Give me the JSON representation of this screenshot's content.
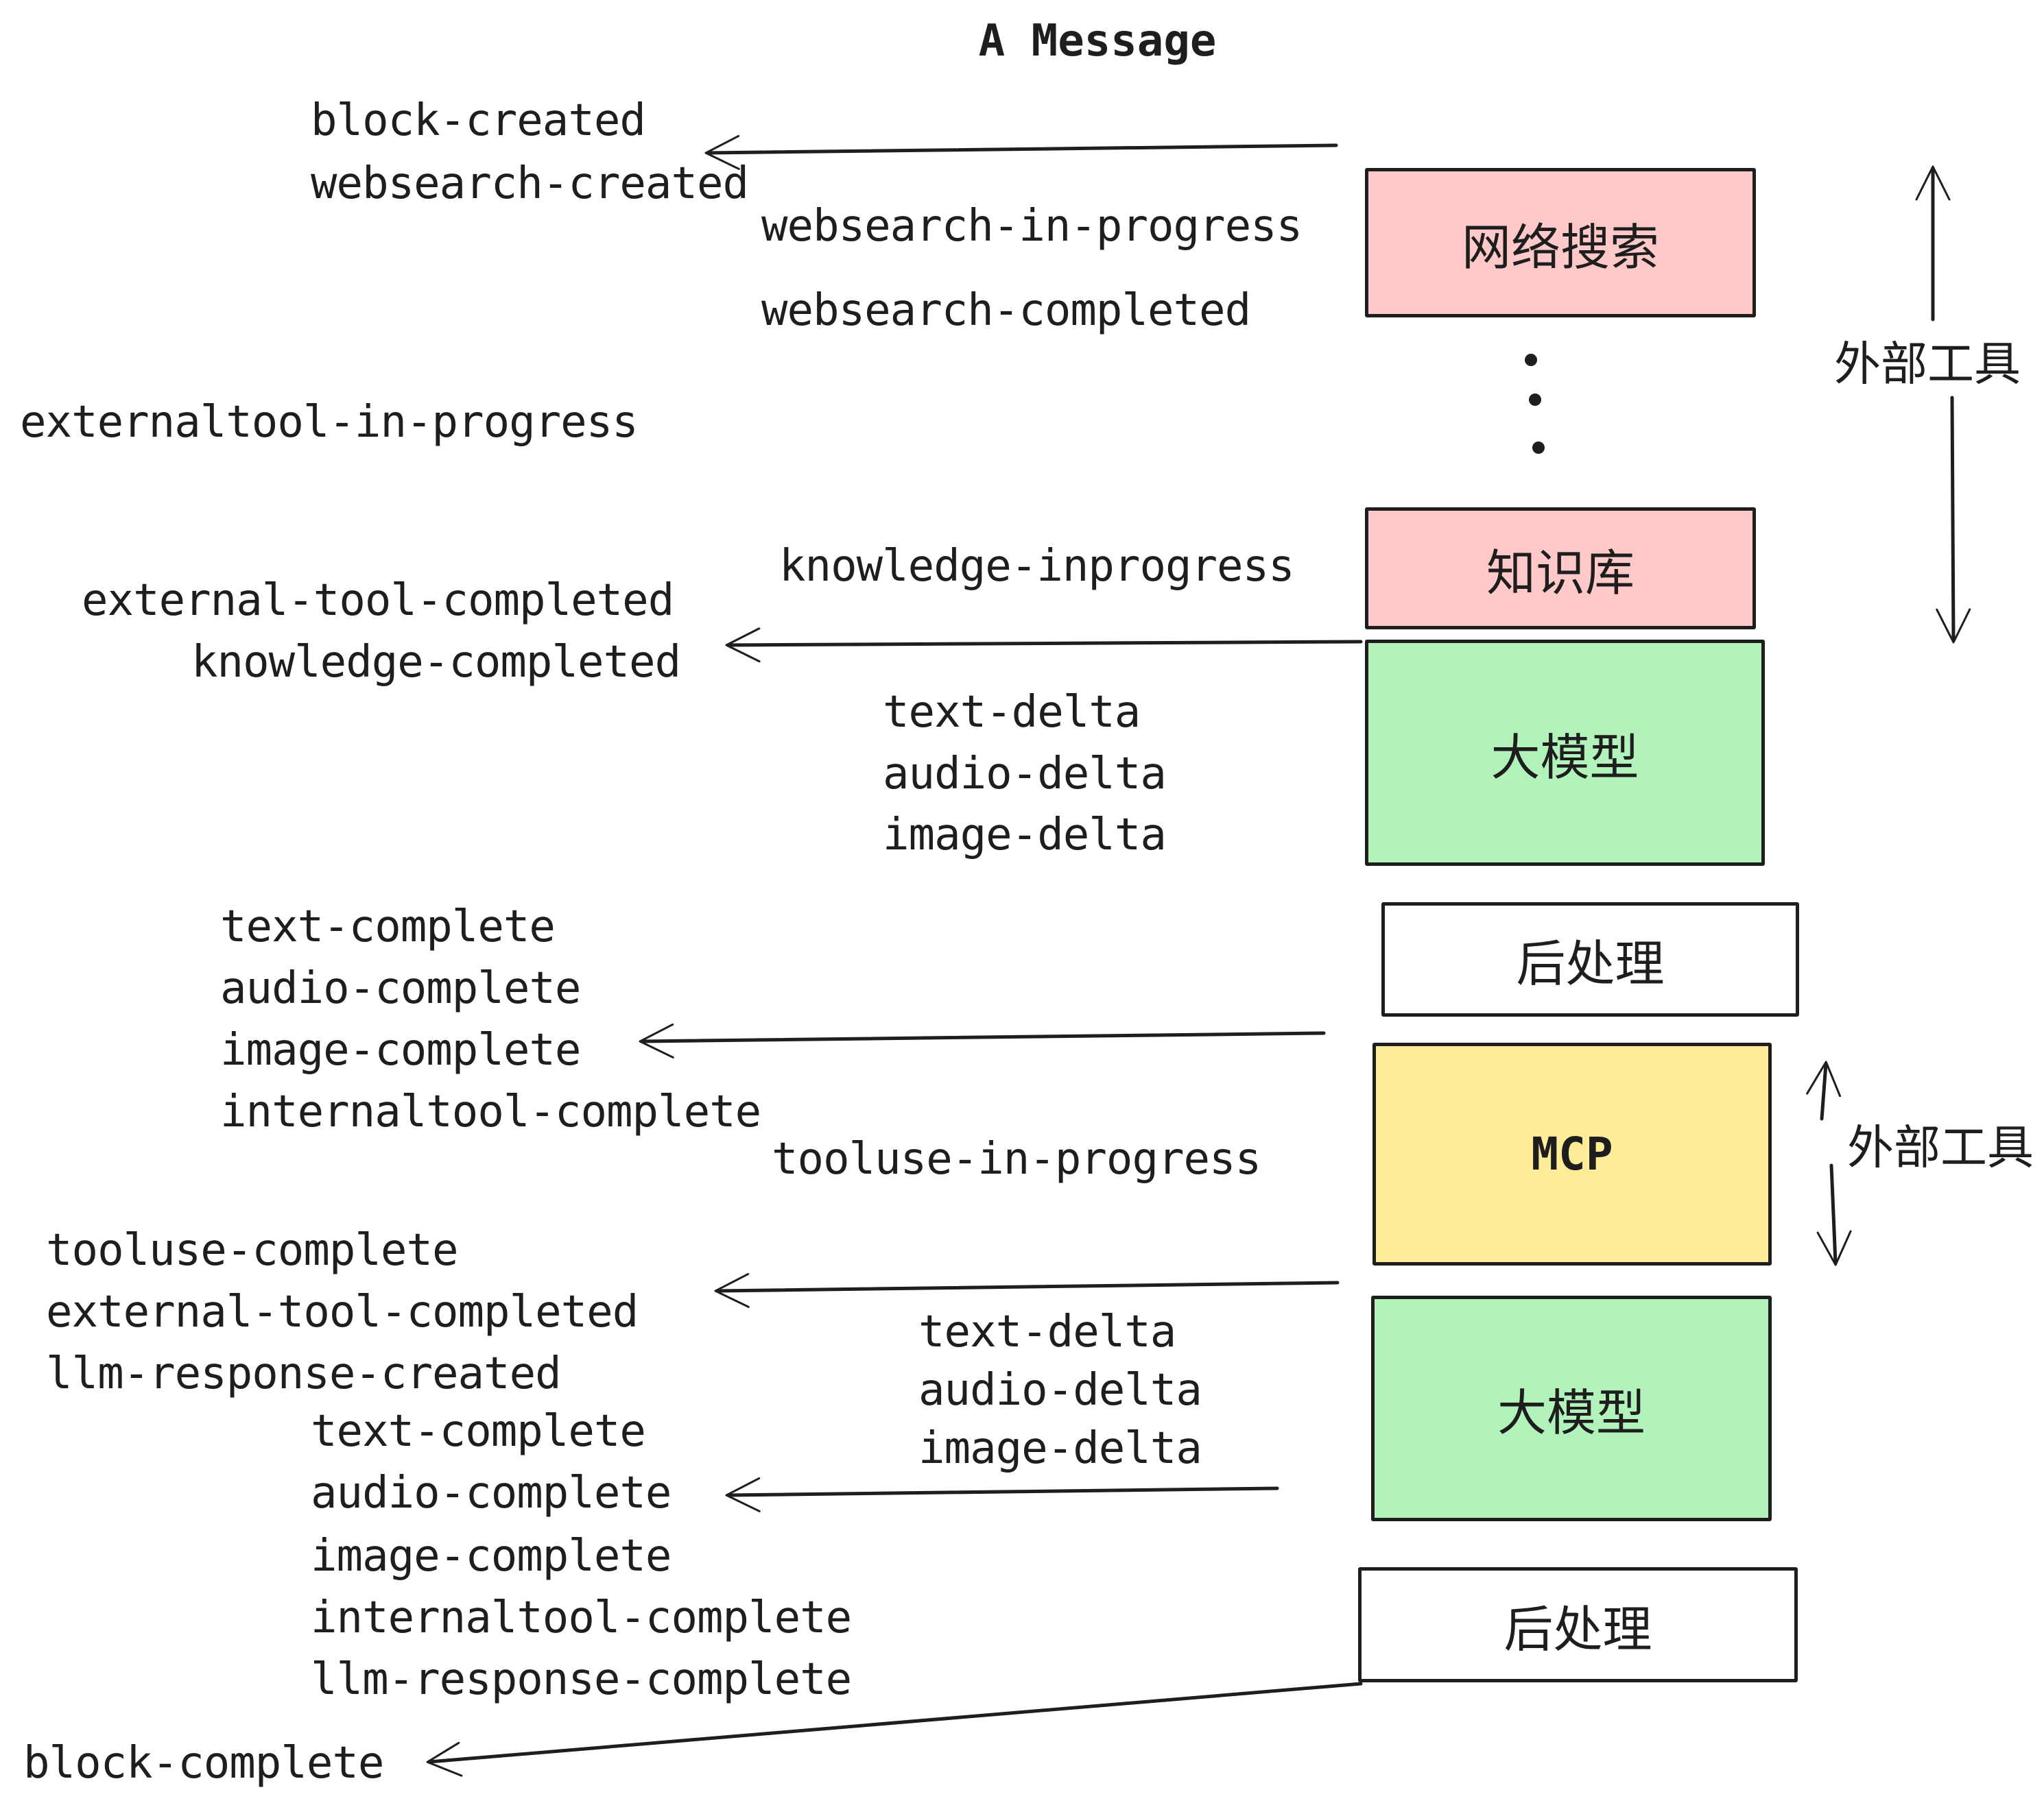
{
  "title": "A Message",
  "events": {
    "block_created": "block-created",
    "websearch_created": "websearch-created",
    "websearch_in_progress": "websearch-in-progress",
    "websearch_completed": "websearch-completed",
    "externaltool_in_progress": "externaltool-in-progress",
    "knowledge_inprogress": "knowledge-inprogress",
    "external_tool_completed_1": "external-tool-completed",
    "knowledge_completed": "knowledge-completed",
    "text_delta_1": "text-delta",
    "audio_delta_1": "audio-delta",
    "image_delta_1": "image-delta",
    "text_complete_1": "text-complete",
    "audio_complete_1": "audio-complete",
    "image_complete_1": "image-complete",
    "internaltool_complete_1": "internaltool-complete",
    "tooluse_in_progress": "tooluse-in-progress",
    "tooluse_complete": "tooluse-complete",
    "external_tool_completed_2": "external-tool-completed",
    "llm_response_created": "llm-response-created",
    "text_complete_2": "text-complete",
    "audio_complete_2": "audio-complete",
    "image_complete_2": "image-complete",
    "internaltool_complete_2": "internaltool-complete",
    "llm_response_complete": "llm-response-complete",
    "block_complete": "block-complete",
    "text_delta_2": "text-delta",
    "audio_delta_2": "audio-delta",
    "image_delta_2": "image-delta"
  },
  "boxes": {
    "web_search": "网络搜索",
    "knowledge_base": "知识库",
    "llm_top": "大模型",
    "post_process_top": "后处理",
    "mcp": "MCP",
    "llm_bottom": "大模型",
    "post_process_bottom": "后处理"
  },
  "side": {
    "external_tools_upper": "外部工具",
    "external_tools_lower": "外部工具"
  },
  "colors": {
    "ink": "#1e1e1e",
    "pink": "#ffc9c9",
    "green": "#b2f2bb",
    "yellow": "#ffec99",
    "white": "#ffffff",
    "bg": "#ffffff"
  }
}
